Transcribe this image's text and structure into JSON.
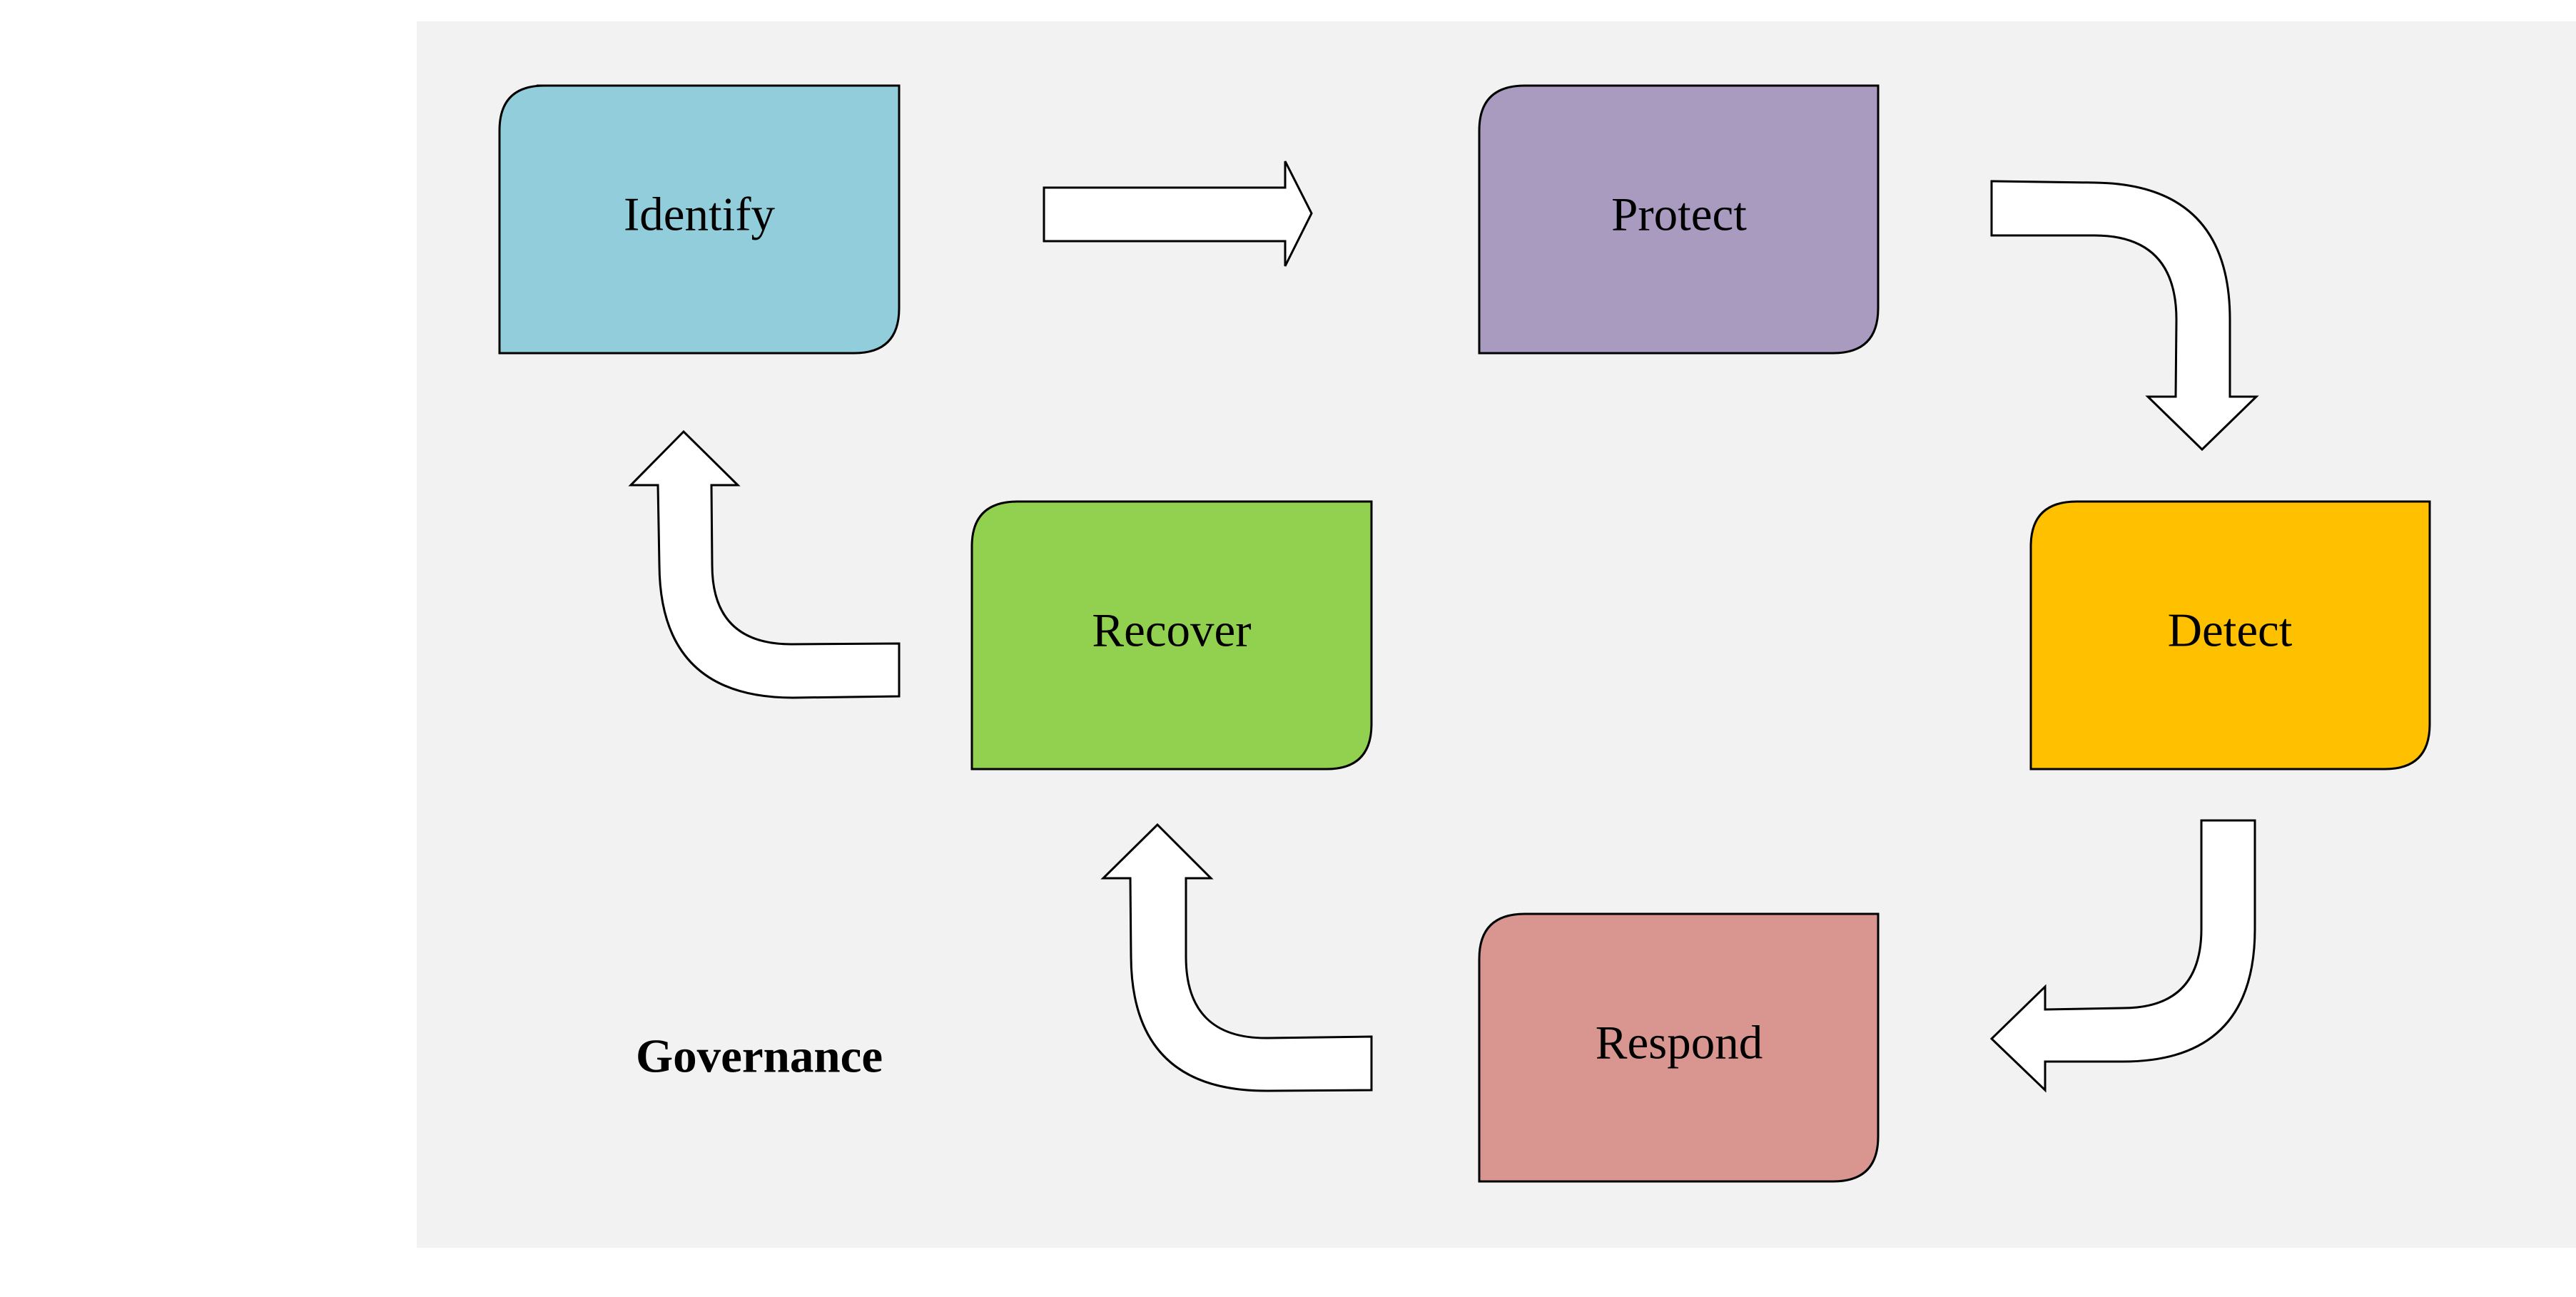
{
  "diagram": {
    "nodes": [
      {
        "id": "identify",
        "label": "Identify",
        "color": "#92CDDC"
      },
      {
        "id": "protect",
        "label": "Protect",
        "color": "#A99BC0"
      },
      {
        "id": "detect",
        "label": "Detect",
        "color": "#FFC000"
      },
      {
        "id": "respond",
        "label": "Respond",
        "color": "#D9958F"
      },
      {
        "id": "recover",
        "label": "Recover",
        "color": "#92D050"
      }
    ],
    "edges": [
      {
        "from": "identify",
        "to": "protect"
      },
      {
        "from": "protect",
        "to": "detect"
      },
      {
        "from": "detect",
        "to": "respond"
      },
      {
        "from": "respond",
        "to": "recover"
      },
      {
        "from": "recover",
        "to": "identify"
      }
    ],
    "governance_label": "Governance",
    "colors": {
      "panel_background": "#F2F2F2",
      "arrow_fill": "#FFFFFF",
      "outline": "#000000"
    }
  }
}
